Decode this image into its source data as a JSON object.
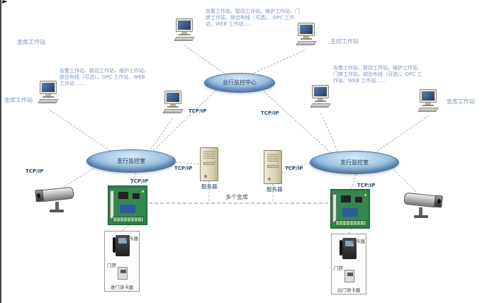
{
  "labels": {
    "tcpip": "TCP/IP",
    "server": "服务器",
    "multi_vault": "多个金库"
  },
  "rings": {
    "hq": "总行监控中心",
    "branch_left": "支行监控室",
    "branch_right": "支行监控室"
  },
  "workstations": {
    "top_left": "金库工作站",
    "top_right": "主控工作站",
    "left": "金库工作站",
    "right": "金库工作站"
  },
  "annotations": {
    "top": "告警工作站、联动工作站、维护工作站、门禁工作站、综合布线（可选）、OPC 工作站、WEB 工作站……",
    "left": "告警工作站、联动工作站、维护工作站、综合布线（可选）、OPC 工作站、WEB 工作站……",
    "right": "告警工作站、联动工作站、维护工作站、门禁工作站、综合布线（可选）、OPC 工作站、WEB 工作站……"
  },
  "access_left": {
    "reader": "读卡器",
    "door": "门禁",
    "entry": "进门读卡器"
  },
  "access_right": {
    "reader": "读卡器",
    "door": "门禁",
    "entry": "出门读卡器"
  }
}
